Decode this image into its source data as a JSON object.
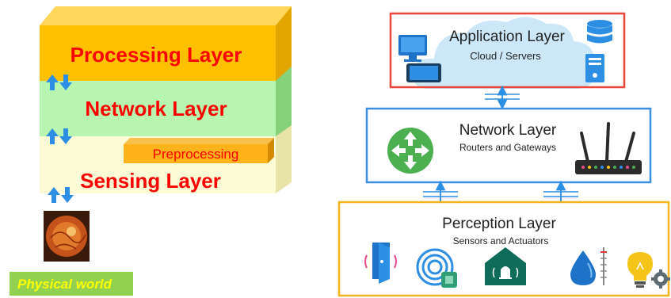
{
  "left_stack": {
    "processing": "Processing Layer",
    "network": "Network Layer",
    "preprocessing": "Preprocessing",
    "sensing": "Sensing Layer",
    "physical": "Physical world"
  },
  "right_stack": {
    "application": {
      "title": "Application Layer",
      "subtitle": "Cloud / Servers"
    },
    "network": {
      "title": "Network Layer",
      "subtitle": "Routers and Gateways"
    },
    "perception": {
      "title": "Perception Layer",
      "subtitle": "Sensors and Actuators"
    }
  },
  "colors": {
    "processing_front": "#ffc000",
    "network_front": "#b7f5b0",
    "sensing_front": "#fdfbd6",
    "label_red": "#ff0000",
    "physical_bg": "#92d050",
    "physical_text": "#ffff00",
    "app_border": "#e8473a",
    "net_border": "#3b8fde",
    "perc_border": "#f0b51f",
    "cloud": "#cce7f8",
    "icon_blue": "#2d8fe3"
  },
  "icons": {
    "app": [
      "monitor-icon",
      "tablet-icon",
      "database-icon",
      "server-icon"
    ],
    "network": [
      "router-icon",
      "wifi-router-icon"
    ],
    "perception": [
      "door-sensor-icon",
      "radar-sensor-icon",
      "home-alarm-icon",
      "water-level-icon",
      "smart-bulb-icon"
    ]
  }
}
